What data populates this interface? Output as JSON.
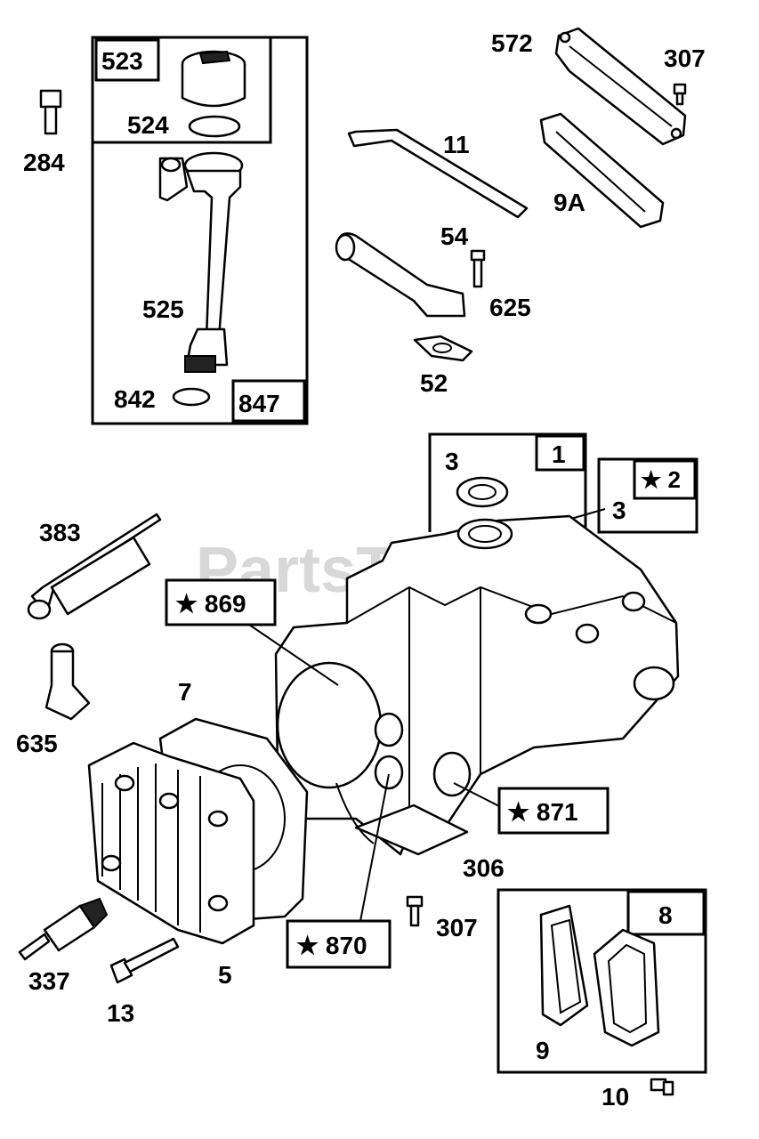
{
  "watermark": "PartsTree",
  "labels": {
    "l523": "523",
    "l524": "524",
    "l284": "284",
    "l525": "525",
    "l842": "842",
    "l847": "847",
    "l572": "572",
    "l307a": "307",
    "l11": "11",
    "l9a": "9A",
    "l54": "54",
    "l625": "625",
    "l52": "52",
    "l3a": "3",
    "l1": "1",
    "l2": "★ 2",
    "l3b": "3",
    "l383": "383",
    "l869": "★ 869",
    "l635": "635",
    "l7": "7",
    "l871": "★ 871",
    "l306": "306",
    "l307b": "307",
    "l870": "★ 870",
    "l8": "8",
    "l337": "337",
    "l5": "5",
    "l13": "13",
    "l9": "9",
    "l10": "10"
  }
}
